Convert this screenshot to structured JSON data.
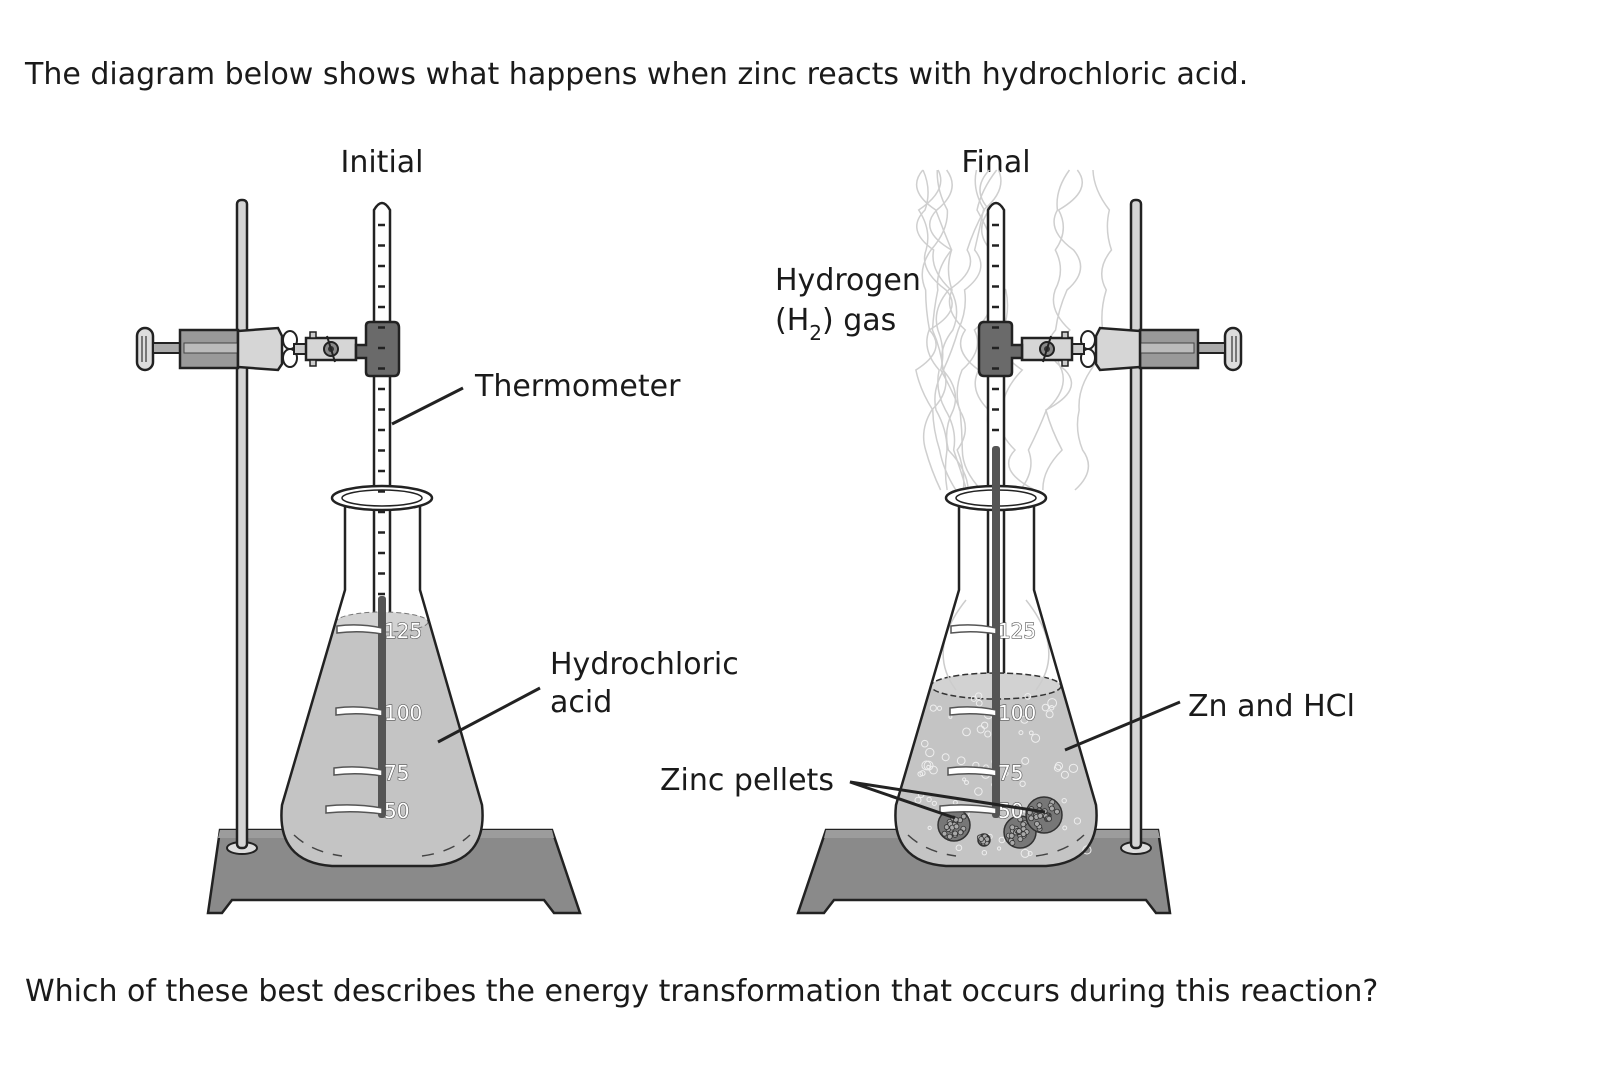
{
  "question": {
    "intro": "The diagram below shows what happens when zinc reacts with hydrochloric acid.",
    "prompt": "Which of these best describes the energy transformation that occurs during this reaction?"
  },
  "diagram": {
    "initial": {
      "title": "Initial",
      "labels": {
        "thermometer": "Thermometer",
        "acid_line1": "Hydrochloric",
        "acid_line2": "acid"
      },
      "scale": [
        "125",
        "100",
        "75",
        "50"
      ]
    },
    "final": {
      "title": "Final",
      "labels": {
        "gas_line1": "Hydrogen",
        "gas_line2_open": "(H",
        "gas_subscript": "2",
        "gas_line2_close": ") gas",
        "mixture": "Zn and HCl",
        "pellets": "Zinc pellets"
      },
      "scale": [
        "125",
        "100",
        "75",
        "50"
      ]
    }
  },
  "colors": {
    "liquid": "#c4c4c4",
    "metal": "#7b7b7b",
    "grip": "#6a6a6a",
    "gas": "#c8c8c8"
  }
}
